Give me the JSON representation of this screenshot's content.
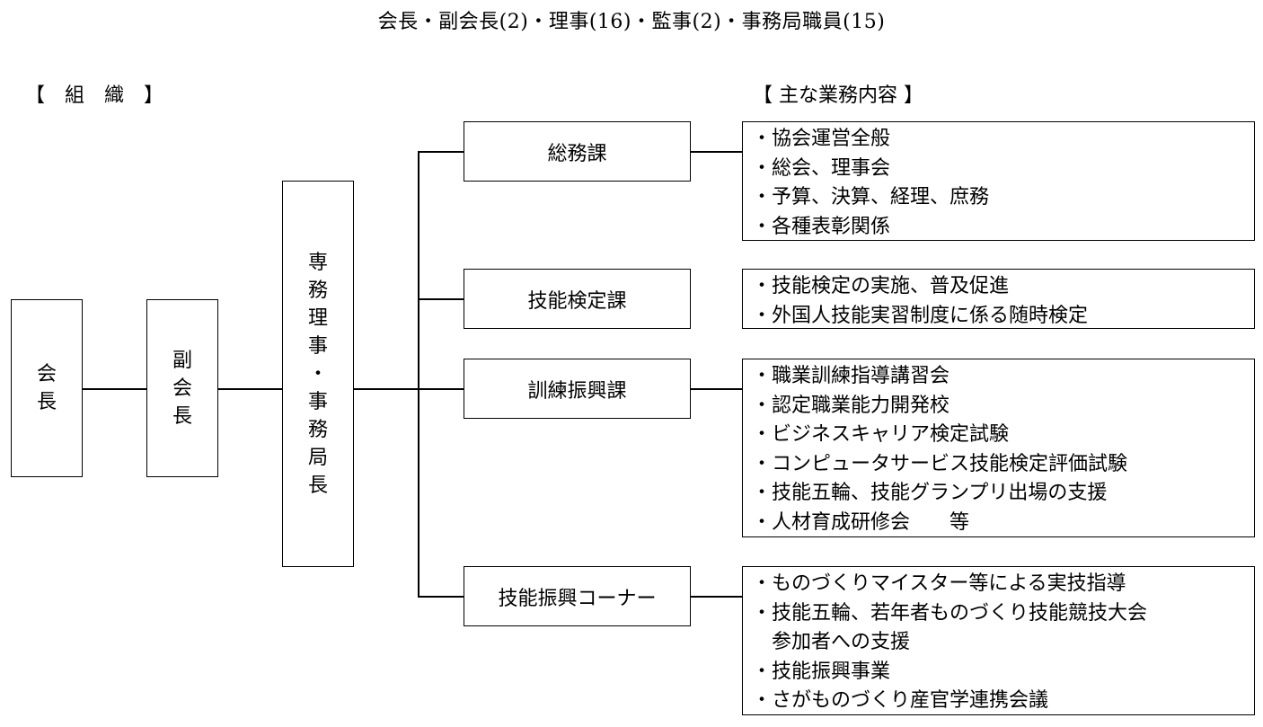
{
  "header": "会長・副会長(2)・理事(16)・監事(2)・事務局職員(15)",
  "section_labels": {
    "organization": "【　組　織　】",
    "main_work": "【 主な業務内容 】"
  },
  "org": {
    "chairman": [
      "会",
      "長"
    ],
    "vice_chairman": [
      "副",
      "会",
      "長"
    ],
    "executive_director": [
      "専",
      "務",
      "理",
      "事",
      "・",
      "事",
      "務",
      "局",
      "長"
    ]
  },
  "departments": [
    {
      "name": "総務課",
      "tasks": [
        "・協会運営全般",
        "・総会、理事会",
        "・予算、決算、経理、庶務",
        "・各種表彰関係"
      ]
    },
    {
      "name": "技能検定課",
      "tasks": [
        "・技能検定の実施、普及促進",
        "・外国人技能実習制度に係る随時検定"
      ]
    },
    {
      "name": "訓練振興課",
      "tasks": [
        "・職業訓練指導講習会",
        "・認定職業能力開発校",
        "・ビジネスキャリア検定試験",
        "・コンピュータサービス技能検定評価試験",
        "・技能五輪、技能グランプリ出場の支援",
        "・人材育成研修会　　等"
      ]
    },
    {
      "name": "技能振興コーナー",
      "tasks": [
        "・ものづくりマイスター等による実技指導",
        "・技能五輪、若年者ものづくり技能競技大会",
        "参加者への支援",
        "・技能振興事業",
        "・さがものづくり産官学連携会議"
      ]
    }
  ]
}
